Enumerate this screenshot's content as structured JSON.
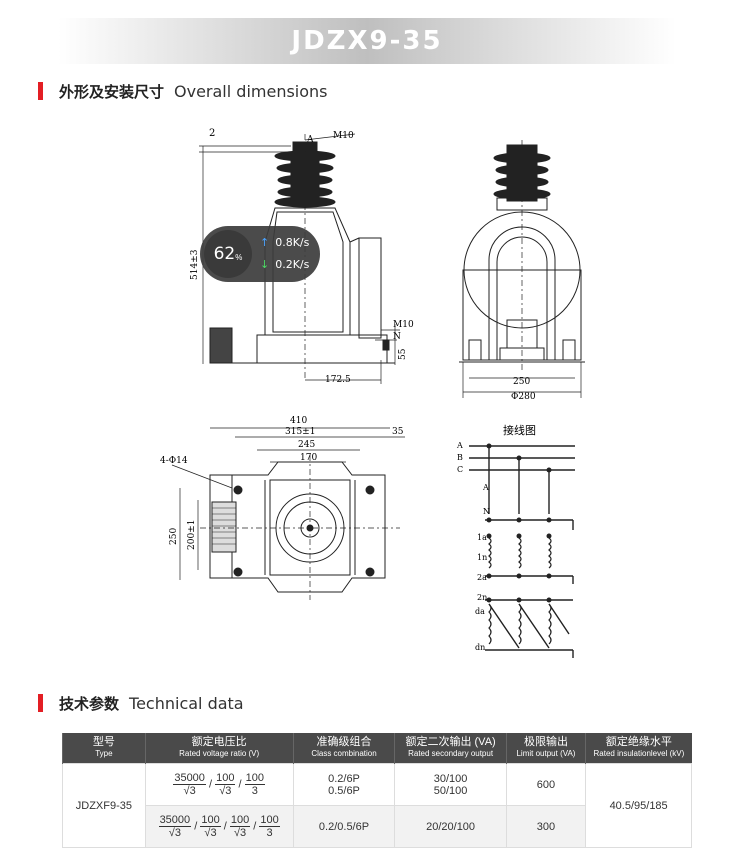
{
  "banner": {
    "title": "JDZX9-35"
  },
  "section1": {
    "cn": "外形及安装尺寸",
    "en": "Overall dimensions"
  },
  "drawing": {
    "dim_2": "2",
    "label_A": "A",
    "label_M10_top": "M10",
    "dim_514": "514±3",
    "label_M10_side": "M10",
    "label_N": "N",
    "dim_55": "55",
    "dim_172": "172.5",
    "dim_250_front": "250",
    "dim_280": "Φ280",
    "dim_410": "410",
    "dim_315": "315±1",
    "dim_35": "35",
    "dim_245": "245",
    "dim_170": "170",
    "dim_4phi14": "4-Φ14",
    "dim_250_side": "250",
    "dim_200": "200±1"
  },
  "wiring": {
    "title": "接线图",
    "buses": [
      "A",
      "B",
      "C"
    ],
    "terminals": [
      "A",
      "N",
      "1a",
      "1n",
      "2a",
      "2n",
      "da",
      "dn"
    ]
  },
  "overlay": {
    "percent": "62",
    "percent_unit": "%",
    "up_speed": "0.8",
    "down_speed": "0.2",
    "unit": "K/s"
  },
  "section2": {
    "cn": "技术参数",
    "en": "Technical data"
  },
  "table": {
    "headers": [
      {
        "cn": "型号",
        "en": "Type"
      },
      {
        "cn": "额定电压比",
        "en": "Rated voltage ratio (V)"
      },
      {
        "cn": "准确级组合",
        "en": "Class combination"
      },
      {
        "cn": "额定二次输出 (VA)",
        "en": "Rated secondary output"
      },
      {
        "cn": "极限输出",
        "en": "Limit output (VA)"
      },
      {
        "cn": "额定绝缘水平",
        "en": "Rated insulationlevel (kV)"
      }
    ],
    "type": "JDZXF9-35",
    "row1": {
      "v1": "35000",
      "v2": "100",
      "v3": "100",
      "den1": "√3",
      "den2": "√3",
      "den3": "3",
      "class1": "0.2/6P",
      "class2": "0.5/6P",
      "out1": "30/100",
      "out2": "50/100",
      "limit": "600"
    },
    "row2": {
      "v1": "35000",
      "v2": "100",
      "v3": "100",
      "v4": "100",
      "den1": "√3",
      "den2": "√3",
      "den3": "√3",
      "den4": "3",
      "class": "0.2/0.5/6P",
      "out": "20/20/100",
      "limit": "300"
    },
    "insulation": "40.5/95/185"
  }
}
